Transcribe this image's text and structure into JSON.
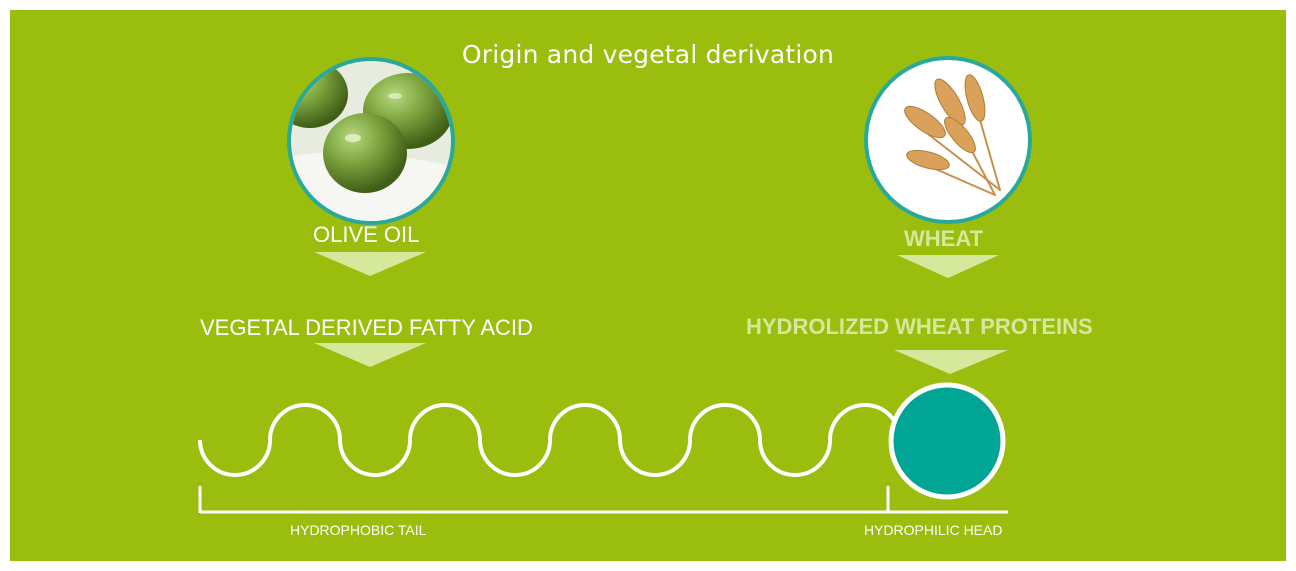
{
  "title": "Origin and vegetal derivation",
  "left": {
    "source_label": "OLIVE OIL",
    "derived_label": "VEGETAL DERIVED FATTY ACID",
    "image_icon": "olives-photo-icon"
  },
  "right": {
    "source_label": "WHEAT",
    "derived_label": "HYDROLIZED WHEAT PROTEINS",
    "image_icon": "wheat-photo-icon"
  },
  "molecule": {
    "tail_label": "HYDROPHOBIC TAIL",
    "head_label": "HYDROPHILIC HEAD"
  },
  "colors": {
    "background": "#9bbd0e",
    "teal": "#00a596",
    "arrow": "#d6e89b",
    "line": "#ffffff"
  }
}
